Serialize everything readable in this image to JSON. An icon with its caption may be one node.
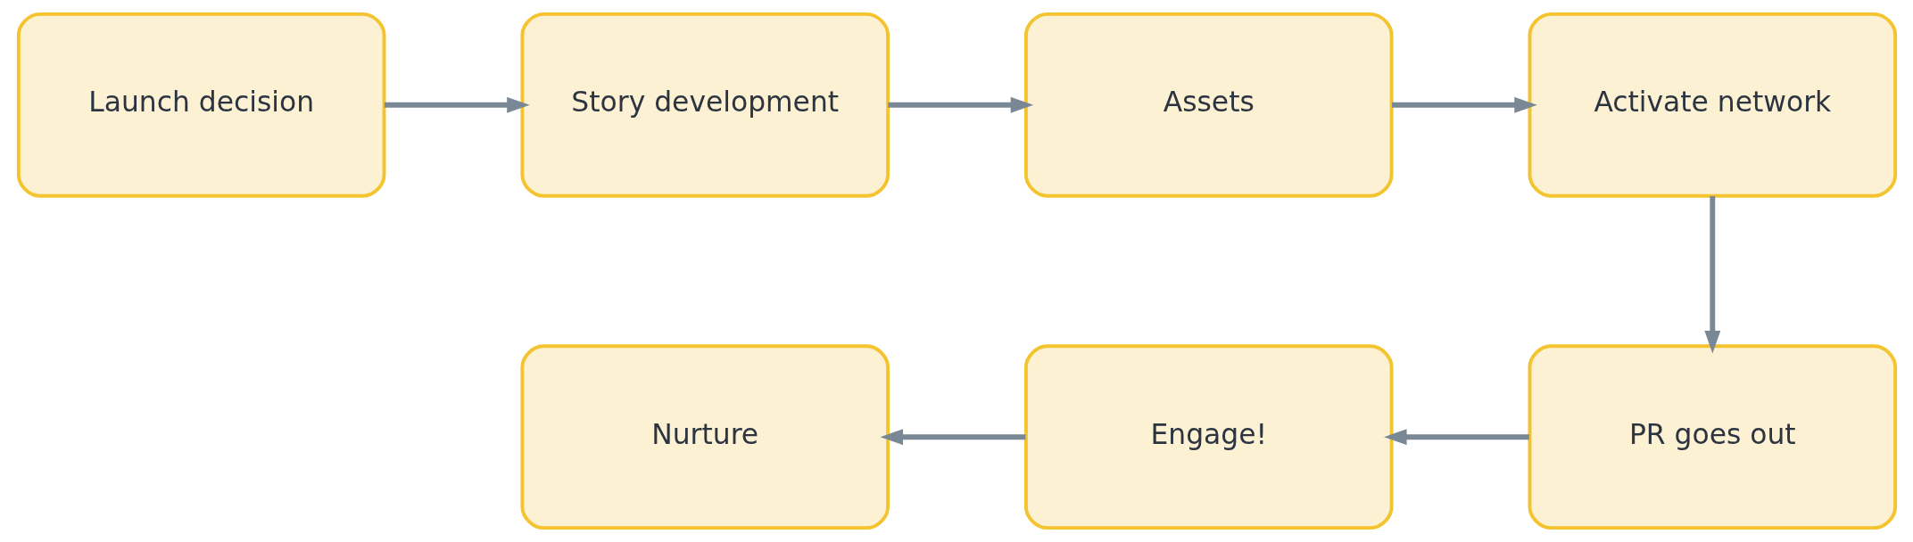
{
  "diagram": {
    "nodes": [
      {
        "text": [
          "Launch decision"
        ]
      },
      {
        "text": [
          "Story development"
        ]
      },
      {
        "text": [
          "Assets"
        ]
      },
      {
        "text": [
          "Activate network"
        ]
      },
      {
        "text": [
          "PR goes out"
        ]
      },
      {
        "text": [
          "Engage!"
        ]
      },
      {
        "text": [
          "Nurture"
        ]
      }
    ],
    "edges": [
      {
        "from": 0,
        "to": 1,
        "arrow": "to"
      },
      {
        "from": 1,
        "to": 2,
        "arrow": "to"
      },
      {
        "from": 2,
        "to": 3,
        "arrow": "to"
      },
      {
        "from": 3,
        "to": 4,
        "arrow": "to"
      },
      {
        "from": 4,
        "to": 5,
        "arrow": "to"
      },
      {
        "from": 5,
        "to": 6,
        "arrow": "to"
      }
    ]
  }
}
